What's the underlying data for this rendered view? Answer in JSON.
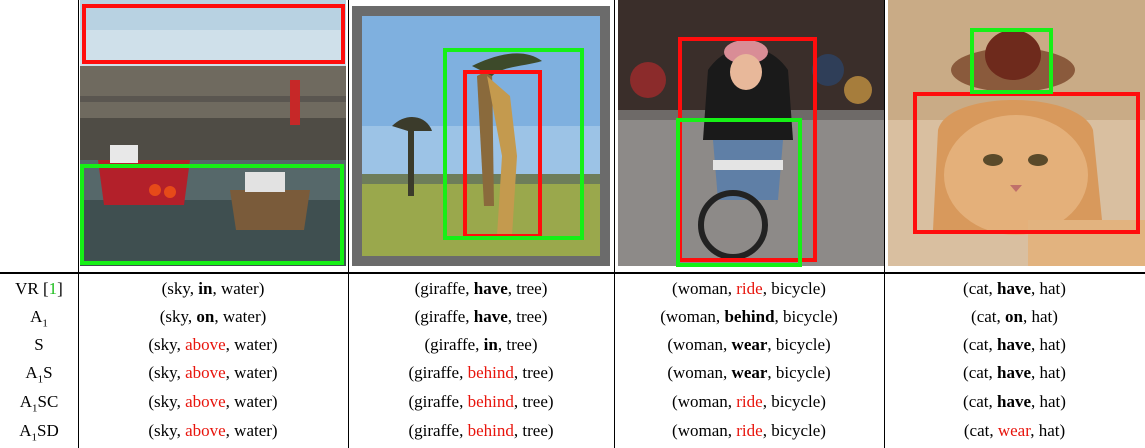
{
  "row_labels": [
    {
      "main": "VR [",
      "ref": "1",
      "tail": "]"
    },
    {
      "main": "A",
      "sub": "1",
      "tail": ""
    },
    {
      "main": "S",
      "sub": "",
      "tail": ""
    },
    {
      "main": "A",
      "sub": "1",
      "tail": "S"
    },
    {
      "main": "A",
      "sub": "1",
      "tail": "SC"
    },
    {
      "main": "A",
      "sub": "1",
      "tail": "SD"
    }
  ],
  "rows": [
    [
      {
        "subject": "sky",
        "predicate": "in",
        "object": "water",
        "style": "bold"
      },
      {
        "subject": "giraffe",
        "predicate": "have",
        "object": "tree",
        "style": "bold"
      },
      {
        "subject": "woman",
        "predicate": "ride",
        "object": "bicycle",
        "style": "red"
      },
      {
        "subject": "cat",
        "predicate": "have",
        "object": "hat",
        "style": "bold"
      }
    ],
    [
      {
        "subject": "sky",
        "predicate": "on",
        "object": "water",
        "style": "bold"
      },
      {
        "subject": "giraffe",
        "predicate": "have",
        "object": "tree",
        "style": "bold"
      },
      {
        "subject": "woman",
        "predicate": "behind",
        "object": "bicycle",
        "style": "bold"
      },
      {
        "subject": "cat",
        "predicate": "on",
        "object": "hat",
        "style": "bold"
      }
    ],
    [
      {
        "subject": "sky",
        "predicate": "above",
        "object": "water",
        "style": "red"
      },
      {
        "subject": "giraffe",
        "predicate": "in",
        "object": "tree",
        "style": "bold"
      },
      {
        "subject": "woman",
        "predicate": "wear",
        "object": "bicycle",
        "style": "bold"
      },
      {
        "subject": "cat",
        "predicate": "have",
        "object": "hat",
        "style": "bold"
      }
    ],
    [
      {
        "subject": "sky",
        "predicate": "above",
        "object": "water",
        "style": "red"
      },
      {
        "subject": "giraffe",
        "predicate": "behind",
        "object": "tree",
        "style": "red"
      },
      {
        "subject": "woman",
        "predicate": "wear",
        "object": "bicycle",
        "style": "bold"
      },
      {
        "subject": "cat",
        "predicate": "have",
        "object": "hat",
        "style": "bold"
      }
    ],
    [
      {
        "subject": "sky",
        "predicate": "above",
        "object": "water",
        "style": "red"
      },
      {
        "subject": "giraffe",
        "predicate": "behind",
        "object": "tree",
        "style": "red"
      },
      {
        "subject": "woman",
        "predicate": "ride",
        "object": "bicycle",
        "style": "red"
      },
      {
        "subject": "cat",
        "predicate": "have",
        "object": "hat",
        "style": "bold"
      }
    ],
    [
      {
        "subject": "sky",
        "predicate": "above",
        "object": "water",
        "style": "red"
      },
      {
        "subject": "giraffe",
        "predicate": "behind",
        "object": "tree",
        "style": "red"
      },
      {
        "subject": "woman",
        "predicate": "ride",
        "object": "bicycle",
        "style": "red"
      },
      {
        "subject": "cat",
        "predicate": "wear",
        "object": "hat",
        "style": "red"
      }
    ]
  ],
  "colors": {
    "subject_box": "#ff0d0d",
    "object_box": "#16f016",
    "correct_predicate": "#e8140c",
    "citation": "#1dbd1d"
  }
}
